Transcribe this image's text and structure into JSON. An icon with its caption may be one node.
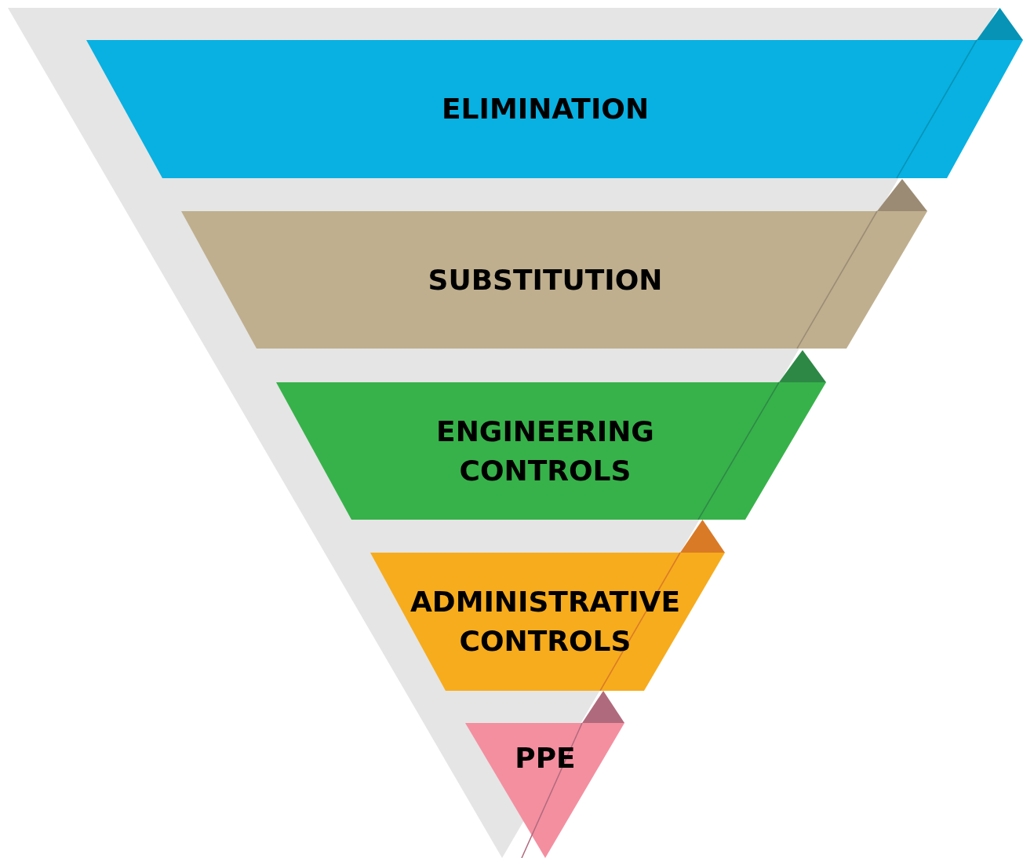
{
  "diagram": {
    "nodes": [
      {
        "text": [
          "ELIMINATION"
        ]
      },
      {
        "text": [
          "SUBSTITUTION"
        ]
      },
      {
        "text": [
          "ENGINEERING CONTROLS"
        ]
      },
      {
        "text": [
          "ADMINISTRATIVE CONTROLS"
        ]
      },
      {
        "text": [
          "PPE"
        ]
      }
    ]
  }
}
